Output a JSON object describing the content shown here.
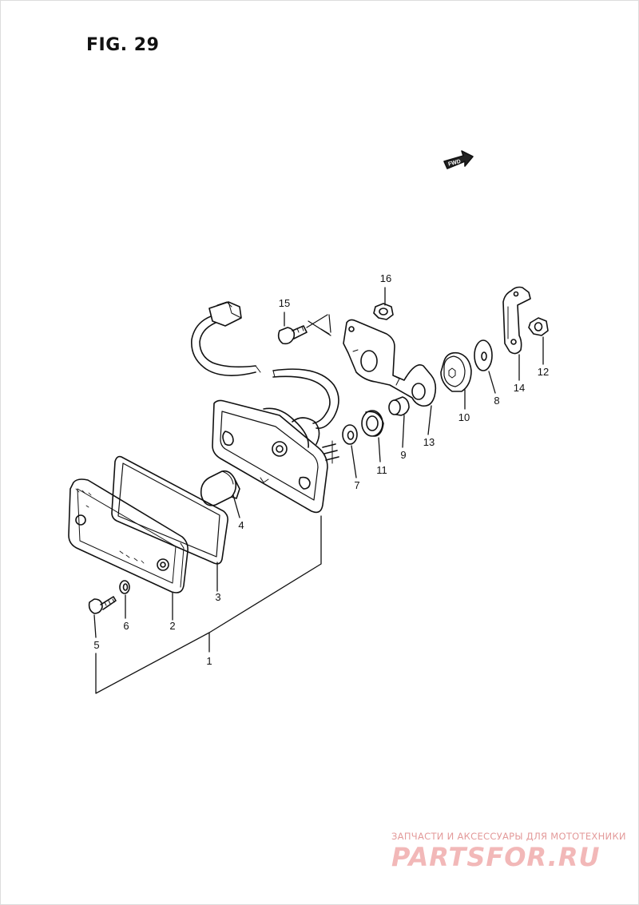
{
  "figure": {
    "title": "FIG. 29",
    "fwd_label": "FWD"
  },
  "callouts": [
    {
      "id": "1",
      "label": "1"
    },
    {
      "id": "2",
      "label": "2"
    },
    {
      "id": "3",
      "label": "3"
    },
    {
      "id": "4",
      "label": "4"
    },
    {
      "id": "5",
      "label": "5"
    },
    {
      "id": "6",
      "label": "6"
    },
    {
      "id": "7",
      "label": "7"
    },
    {
      "id": "8",
      "label": "8"
    },
    {
      "id": "9",
      "label": "9"
    },
    {
      "id": "10",
      "label": "10"
    },
    {
      "id": "11",
      "label": "11"
    },
    {
      "id": "12",
      "label": "12"
    },
    {
      "id": "13",
      "label": "13"
    },
    {
      "id": "14",
      "label": "14"
    },
    {
      "id": "15",
      "label": "15"
    },
    {
      "id": "16",
      "label": "16"
    }
  ],
  "watermark": {
    "tagline": "ЗАПЧАСТИ И АКСЕССУАРЫ ДЛЯ МОТОТЕХНИКИ",
    "brand": "PARTSFOR.RU"
  }
}
